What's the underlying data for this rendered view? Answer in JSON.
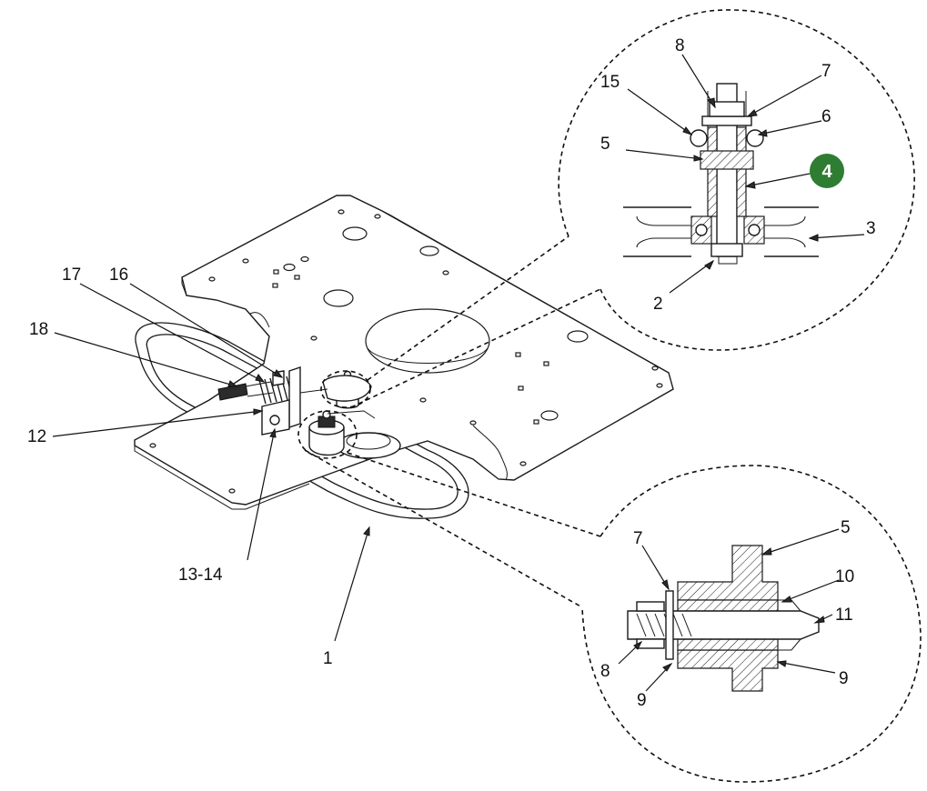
{
  "labels": {
    "l1": "1",
    "l2": "2",
    "l3": "3",
    "l4": "4",
    "l5a": "5",
    "l5b": "5",
    "l6": "6",
    "l7a": "7",
    "l7b": "7",
    "l8a": "8",
    "l8b": "8",
    "l9a": "9",
    "l9b": "9",
    "l10": "10",
    "l11": "11",
    "l12": "12",
    "l1314": "13-14",
    "l15": "15",
    "l16": "16",
    "l17": "17",
    "l18": "18"
  },
  "colors": {
    "badge": "#2e7d32",
    "line": "#111111"
  }
}
